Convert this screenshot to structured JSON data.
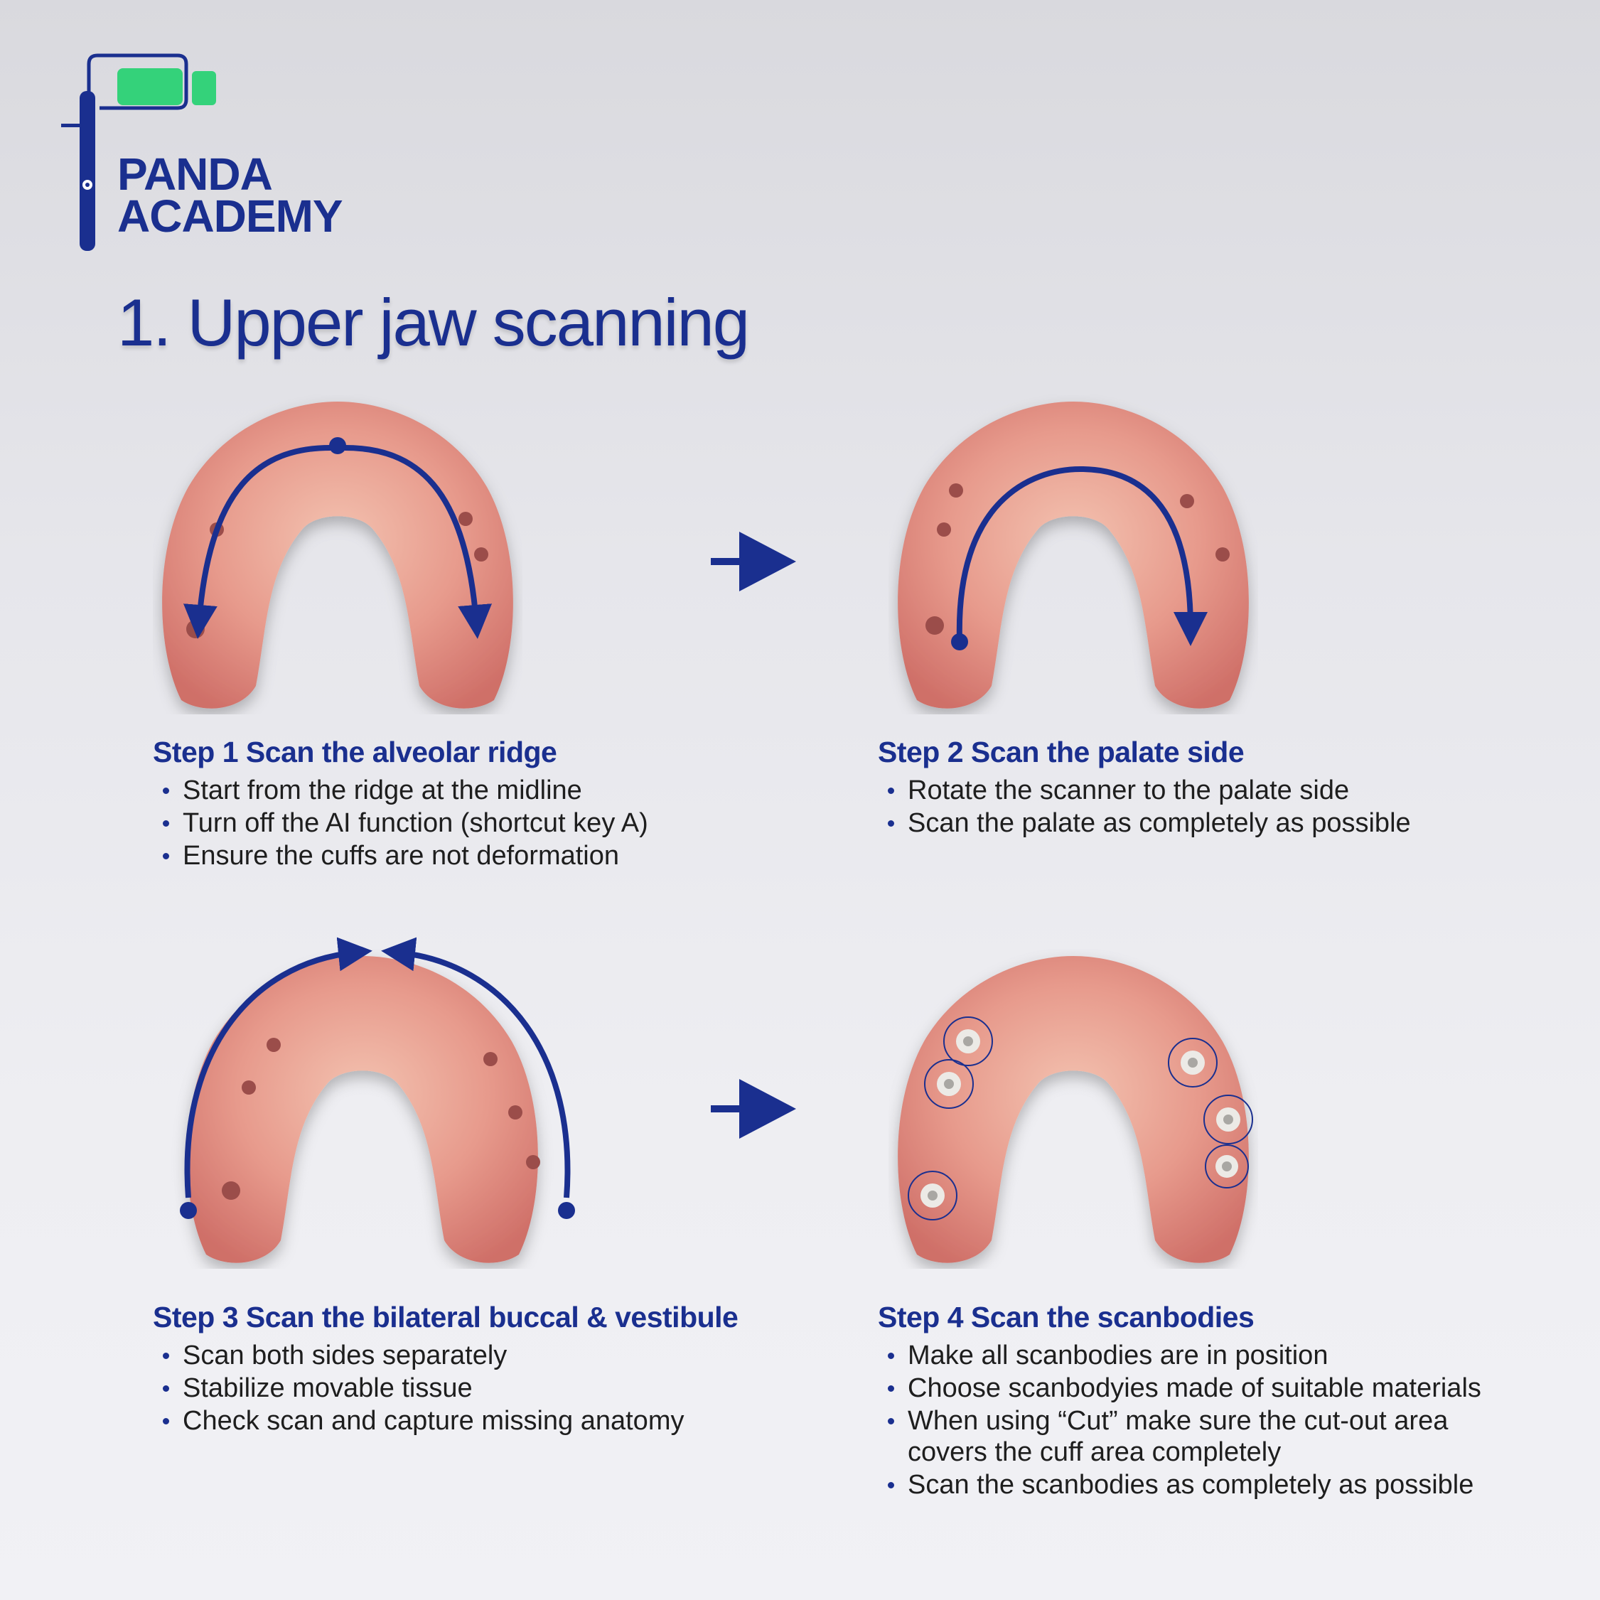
{
  "brand": {
    "line1": "PANDA",
    "line2": "ACADEMY"
  },
  "page_title": "1. Upper jaw scanning",
  "steps": [
    {
      "title": "Step 1 Scan the alveolar ridge",
      "bullets": [
        "Start from the ridge at the midline",
        "Turn off the AI function (shortcut key A)",
        "Ensure the cuffs are not deformation"
      ]
    },
    {
      "title": "Step 2 Scan the palate side",
      "bullets": [
        "Rotate the scanner to the palate side",
        "Scan the palate as completely as possible"
      ]
    },
    {
      "title": "Step 3 Scan the bilateral buccal & vestibule",
      "bullets": [
        "Scan both sides separately",
        "Stabilize movable tissue",
        "Check scan and capture missing anatomy"
      ]
    },
    {
      "title": "Step 4 Scan the scanbodies",
      "bullets": [
        "Make all scanbodies are in position",
        "Choose scanbodyies made of suitable materials",
        "When using “Cut” make sure the cut-out area covers the cuff area completely",
        "Scan the scanbodies as completely as possible"
      ]
    }
  ],
  "icons": {
    "logo": "intraoral-scanner-battery-icon",
    "step_arrow": "arrow-right-icon",
    "jaw": "upper-jaw-model"
  },
  "colors": {
    "brand_blue": "#1a2f8f",
    "battery_green": "#34d27a",
    "gum_pink": "#e79a8c"
  }
}
